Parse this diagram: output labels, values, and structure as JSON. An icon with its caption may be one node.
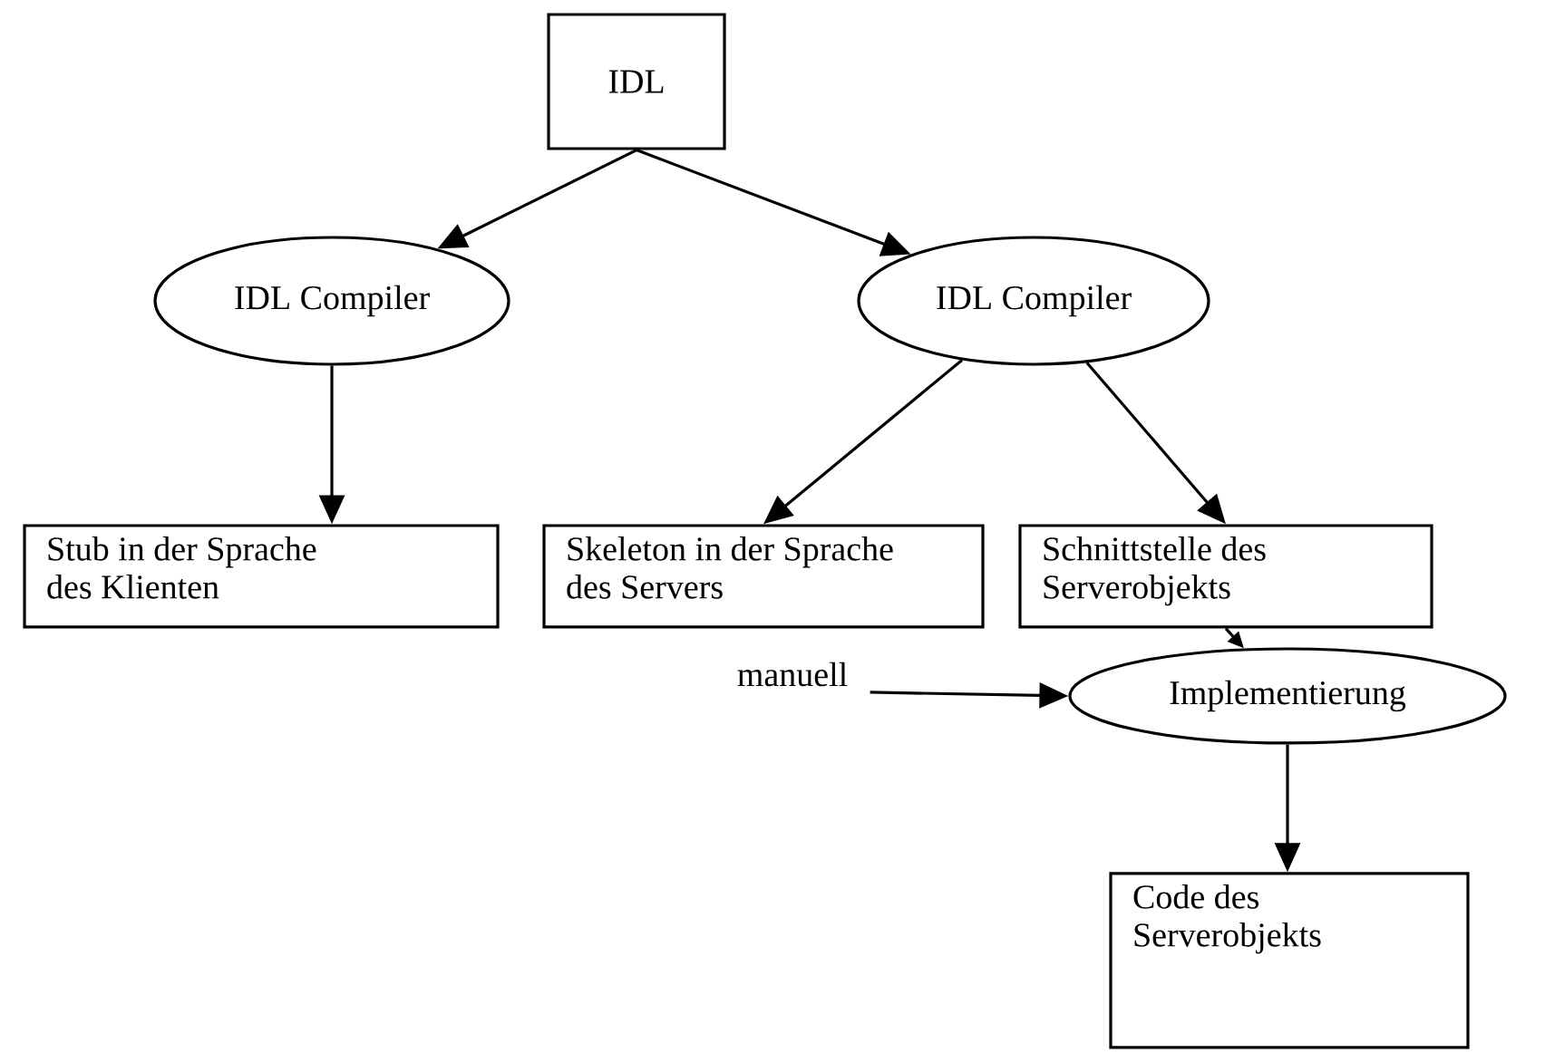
{
  "diagram": {
    "nodes": [
      {
        "text": [
          "IDL"
        ]
      },
      {
        "text": [
          "IDL Compiler"
        ]
      },
      {
        "text": [
          "IDL Compiler"
        ]
      },
      {
        "text": [
          "Stub in der Sprache des Klienten"
        ]
      },
      {
        "text": [
          "Skeleton in der Sprache des Servers"
        ]
      },
      {
        "text": [
          "Schnittstelle des Serverobjekts"
        ]
      },
      {
        "text": [
          "manuell"
        ]
      },
      {
        "text": [
          "Implementierung"
        ]
      },
      {
        "text": [
          "Code des Serverobjekts"
        ]
      }
    ],
    "edges": [
      {
        "from": 0,
        "to": 1,
        "arrow": "to"
      },
      {
        "from": 0,
        "to": 2,
        "arrow": "to"
      },
      {
        "from": 1,
        "to": 3,
        "arrow": "to"
      },
      {
        "from": 2,
        "to": 4,
        "arrow": "to"
      },
      {
        "from": 2,
        "to": 5,
        "arrow": "to"
      },
      {
        "from": 5,
        "to": 7,
        "arrow": "to"
      },
      {
        "from": 6,
        "to": 7,
        "arrow": "to"
      },
      {
        "from": 7,
        "to": 8,
        "arrow": "to"
      }
    ]
  }
}
